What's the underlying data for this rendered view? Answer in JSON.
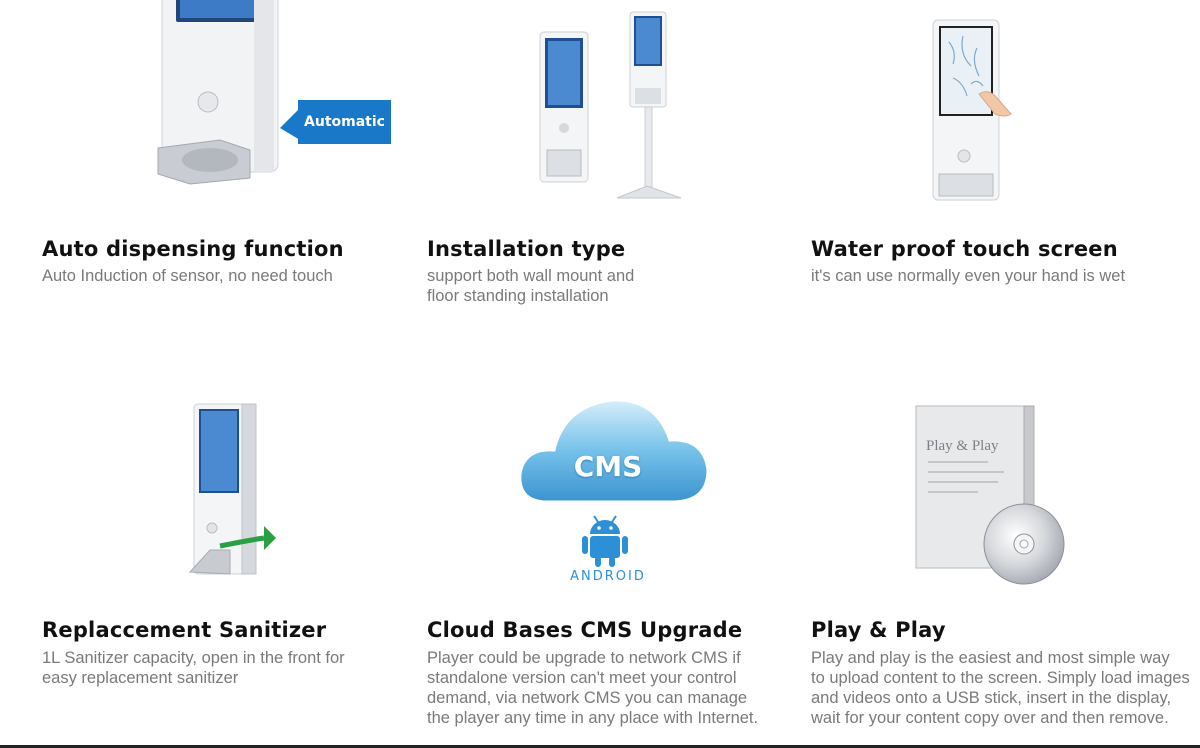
{
  "features": [
    {
      "id": "auto-dispensing",
      "title": "Auto dispensing function",
      "desc_lines": [
        "Auto Induction of sensor, no need touch"
      ],
      "badge": "Automatic"
    },
    {
      "id": "installation-type",
      "title": "Installation type",
      "desc_lines": [
        "support both wall mount and",
        "floor standing installation"
      ]
    },
    {
      "id": "water-proof",
      "title": "Water proof touch screen",
      "desc_lines": [
        "it's can use normally even your hand is wet"
      ]
    },
    {
      "id": "replacement-sanitizer",
      "title": "Replaccement Sanitizer",
      "desc_lines": [
        "1L Sanitizer capacity, open in the front for",
        "easy replacement sanitizer"
      ]
    },
    {
      "id": "cloud-cms",
      "title": "Cloud Bases CMS Upgrade",
      "desc_lines": [
        "Player could be upgrade to network CMS if",
        "standalone version can't meet your control",
        "demand, via network CMS you can manage",
        "the player any time in any place with Internet."
      ],
      "cloud_label": "CMS",
      "android_label": "ANDROID"
    },
    {
      "id": "play-and-play",
      "title": "Play & Play",
      "desc_lines": [
        "Play and play is the easiest and most simple way",
        "to upload content to the screen. Simply load images",
        "and videos onto a USB stick, insert in the display,",
        "wait for your content copy over and then remove."
      ],
      "box_label": "Play & Play"
    }
  ],
  "colors": {
    "badge_blue": "#1a78c8",
    "cloud_blue": "#5ab0e0",
    "android_blue": "#2d8fd6",
    "title": "#111111",
    "desc": "#7a7a7a"
  }
}
